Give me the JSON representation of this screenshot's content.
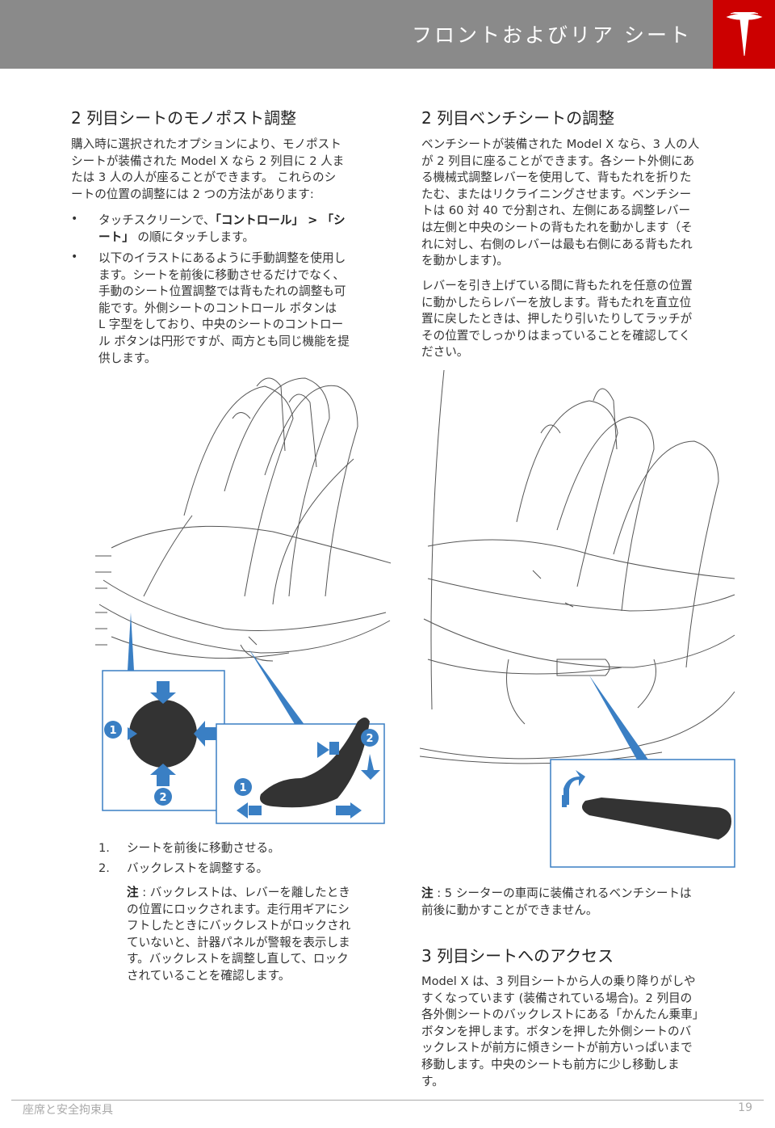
{
  "header": {
    "title": "フロントおよびリア シート",
    "logo": "TESLA T"
  },
  "left": {
    "heading": "2 列目シートのモノポスト調整",
    "intro": [
      "購入時に選択されたオプションにより、モノポスト",
      "シートが装備された Model X なら 2 列目に 2 人ま",
      "たは 3 人の人が座ることができます。 これらのシ",
      "ートの位置の調整には 2 つの方法があります:"
    ],
    "bullet1_pre": "タッチスクリーンで、",
    "bullet1_bold1": "「コントロール」 > 「シ",
    "bullet1_bold2": "ート」",
    "bullet1_post": " の順にタッチします。",
    "bullet2": [
      "以下のイラストにあるように手動調整を使用し",
      "ます。シートを前後に移動させるだけでなく、",
      "手動のシート位置調整では背もたれの調整も可",
      "能です。外側シートのコントロール ボタンは",
      "L 字型をしており、中央のシートのコントロー",
      "ル ボタンは円形ですが、両方とも同じ機能を提",
      "供します。"
    ],
    "callouts": [
      "1",
      "2",
      "1",
      "2"
    ],
    "steps": [
      {
        "num": "1.",
        "text": "シートを前後に移動させる。"
      },
      {
        "num": "2.",
        "text": "バックレストを調整する。"
      }
    ],
    "note_label": "注",
    "note": [
      " : バックレストは、レバーを離したとき",
      "の位置にロックされます。走行用ギアにシ",
      "フトしたときにバックレストがロックされ",
      "ていないと、計器パネルが警報を表示しま",
      "す。バックレストを調整し直して、ロック",
      "されていることを確認します。"
    ]
  },
  "right": {
    "heading": "2 列目ベンチシートの調整",
    "para1": [
      "ベンチシートが装備された Model X なら、3 人の人",
      "が 2 列目に座ることができます。各シート外側にあ",
      "る機械式調整レバーを使用して、背もたれを折りた",
      "たむ、またはリクライニングさせます。ベンチシー",
      "トは 60 対 40 で分割され、左側にある調整レバー",
      "は左側と中央のシートの背もたれを動かします（そ",
      "れに対し、右側のレバーは最も右側にある背もたれ",
      "を動かします)。"
    ],
    "para2": [
      "レバーを引き上げている間に背もたれを任意の位置",
      "に動かしたらレバーを放します。背もたれを直立位",
      "置に戻したときは、押したり引いたりしてラッチが",
      "その位置でしっかりはまっていることを確認してく",
      "ださい。"
    ],
    "note_label": "注",
    "note": [
      " : 5 シーターの車両に装備されるベンチシートは",
      "前後に動かすことができません。"
    ],
    "heading2": "3 列目シートへのアクセス",
    "para3": [
      "Model X は、3 列目シートから人の乗り降りがしや",
      "すくなっています (装備されている場合)。2 列目の",
      "各外側シートのバックレストにある「かんたん乗車」",
      "ボタンを押します。ボタンを押した外側シートのバ",
      "ックレストが前方に傾きシートが前方いっぱいまで",
      "移動します。中央のシートも前方に少し移動しま",
      "す。"
    ]
  },
  "footer": {
    "section": "座席と安全拘束具",
    "page": "19"
  },
  "colors": {
    "header": "#8a8a8a",
    "brand": "#cc0000",
    "accent": "#3a7fc4"
  }
}
